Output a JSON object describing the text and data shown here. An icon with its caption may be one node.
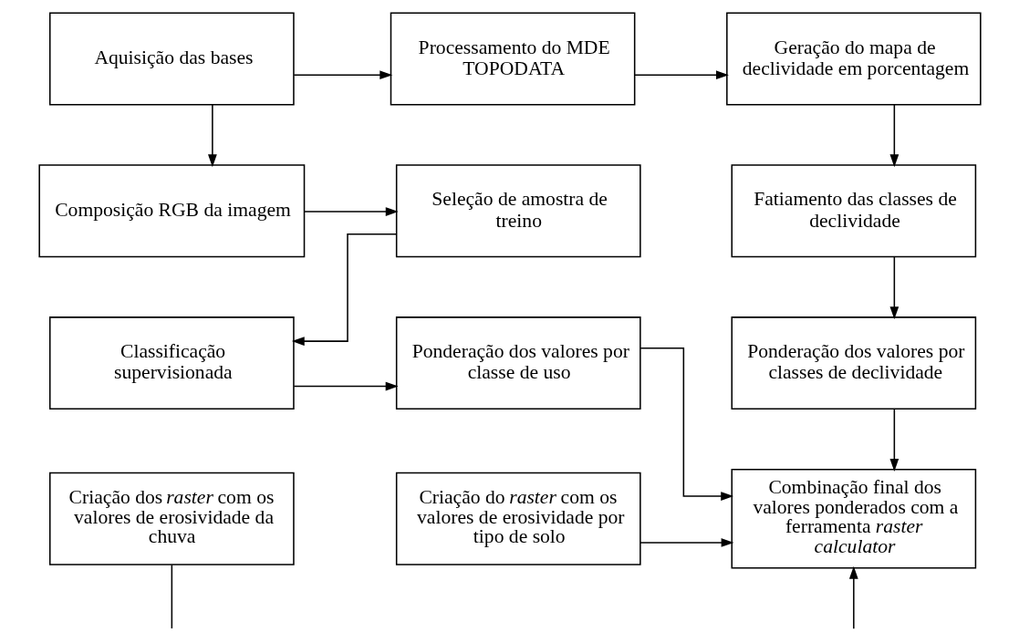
{
  "diagram": {
    "nodes": [
      {
        "text": [
          "Aquisição das bases"
        ]
      },
      {
        "text": [
          "Processamento do MDE TOPODATA"
        ]
      },
      {
        "text": [
          "Geração do mapa de declividade em porcentagem"
        ]
      },
      {
        "text": [
          "Composição RGB da imagem"
        ]
      },
      {
        "text": [
          "Seleção de amostra de treino"
        ]
      },
      {
        "text": [
          "Fatiamento das classes de declividade"
        ]
      },
      {
        "text": [
          "Classificação supervisionada"
        ]
      },
      {
        "text": [
          "Ponderação dos valores por classe de uso"
        ]
      },
      {
        "text": [
          "Ponderação dos valores por classes de declividade"
        ]
      },
      {
        "text": [
          "Criação dos *raster* com os valores de erosividade da chuva"
        ]
      },
      {
        "text": [
          "Criação do *raster* com os valores de erosividade por tipo de solo"
        ]
      },
      {
        "text": [
          "Combinação final dos valores ponderados com a ferramenta *raster calculator*"
        ]
      }
    ],
    "edges": [
      {
        "from": 0,
        "to": 1,
        "arrow": "to"
      },
      {
        "from": 1,
        "to": 2,
        "arrow": "to"
      },
      {
        "from": 0,
        "to": 3,
        "arrow": "to"
      },
      {
        "from": 3,
        "to": 4,
        "arrow": "to"
      },
      {
        "from": 4,
        "to": 6,
        "arrow": "to"
      },
      {
        "from": 6,
        "to": 7,
        "arrow": "to"
      },
      {
        "from": 2,
        "to": 5,
        "arrow": "to"
      },
      {
        "from": 5,
        "to": 8,
        "arrow": "to"
      },
      {
        "from": 8,
        "to": 11,
        "arrow": "to"
      },
      {
        "from": 7,
        "to": 11,
        "arrow": "to"
      },
      {
        "from": 10,
        "to": 11,
        "arrow": "to"
      },
      {
        "from": 9,
        "to": null,
        "arrow": "none"
      },
      {
        "from": null,
        "to": 11,
        "arrow": "to"
      }
    ]
  }
}
